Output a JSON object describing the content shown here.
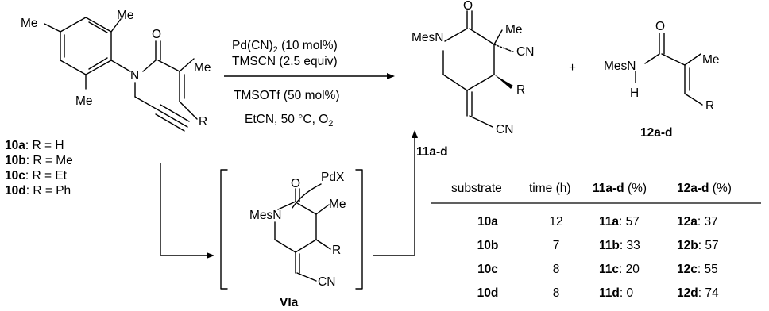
{
  "reagents": {
    "above": [
      "Pd(CN)",
      "2",
      " (10 mol%)",
      "TMSCN (2.5 equiv)"
    ],
    "below_1": "TMSOTf (50 mol%)",
    "below_2_pre": "EtCN, 50 °C, O",
    "below_2_sub": "2"
  },
  "atoms": {
    "me": "Me",
    "n": "N",
    "o": "O",
    "r": "R",
    "mesn": "MesN",
    "mes_n": "MesN",
    "h": "H",
    "cn": "CN",
    "pdx": "PdX"
  },
  "substrate_list": [
    {
      "id": "10a",
      "eq": ": R = H"
    },
    {
      "id": "10b",
      "eq": ": R = Me"
    },
    {
      "id": "10c",
      "eq": ": R = Et"
    },
    {
      "id": "10d",
      "eq": ": R = Ph"
    }
  ],
  "labels": {
    "product_11": "11a-d",
    "product_12": "12a-d",
    "intermediate": "VIa",
    "plus": "+"
  },
  "table": {
    "headers": [
      {
        "bold": "",
        "text": "substrate"
      },
      {
        "bold": "",
        "text": "time (h)"
      },
      {
        "bold": "11a-d",
        "text": " (%)"
      },
      {
        "bold": "12a-d",
        "text": " (%)"
      }
    ],
    "rows": [
      {
        "substrate": "10a",
        "time": "12",
        "p11": "11a",
        "y11": ": 57",
        "p12": "12a",
        "y12": ": 37"
      },
      {
        "substrate": "10b",
        "time": "7",
        "p11": "11b",
        "y11": ": 33",
        "p12": "12b",
        "y12": ": 57"
      },
      {
        "substrate": "10c",
        "time": "8",
        "p11": "11c",
        "y11": ": 20",
        "p12": "12c",
        "y12": ": 55"
      },
      {
        "substrate": "10d",
        "time": "8",
        "p11": "11d",
        "y11": ": 0",
        "p12": "12d",
        "y12": ": 74"
      }
    ]
  }
}
